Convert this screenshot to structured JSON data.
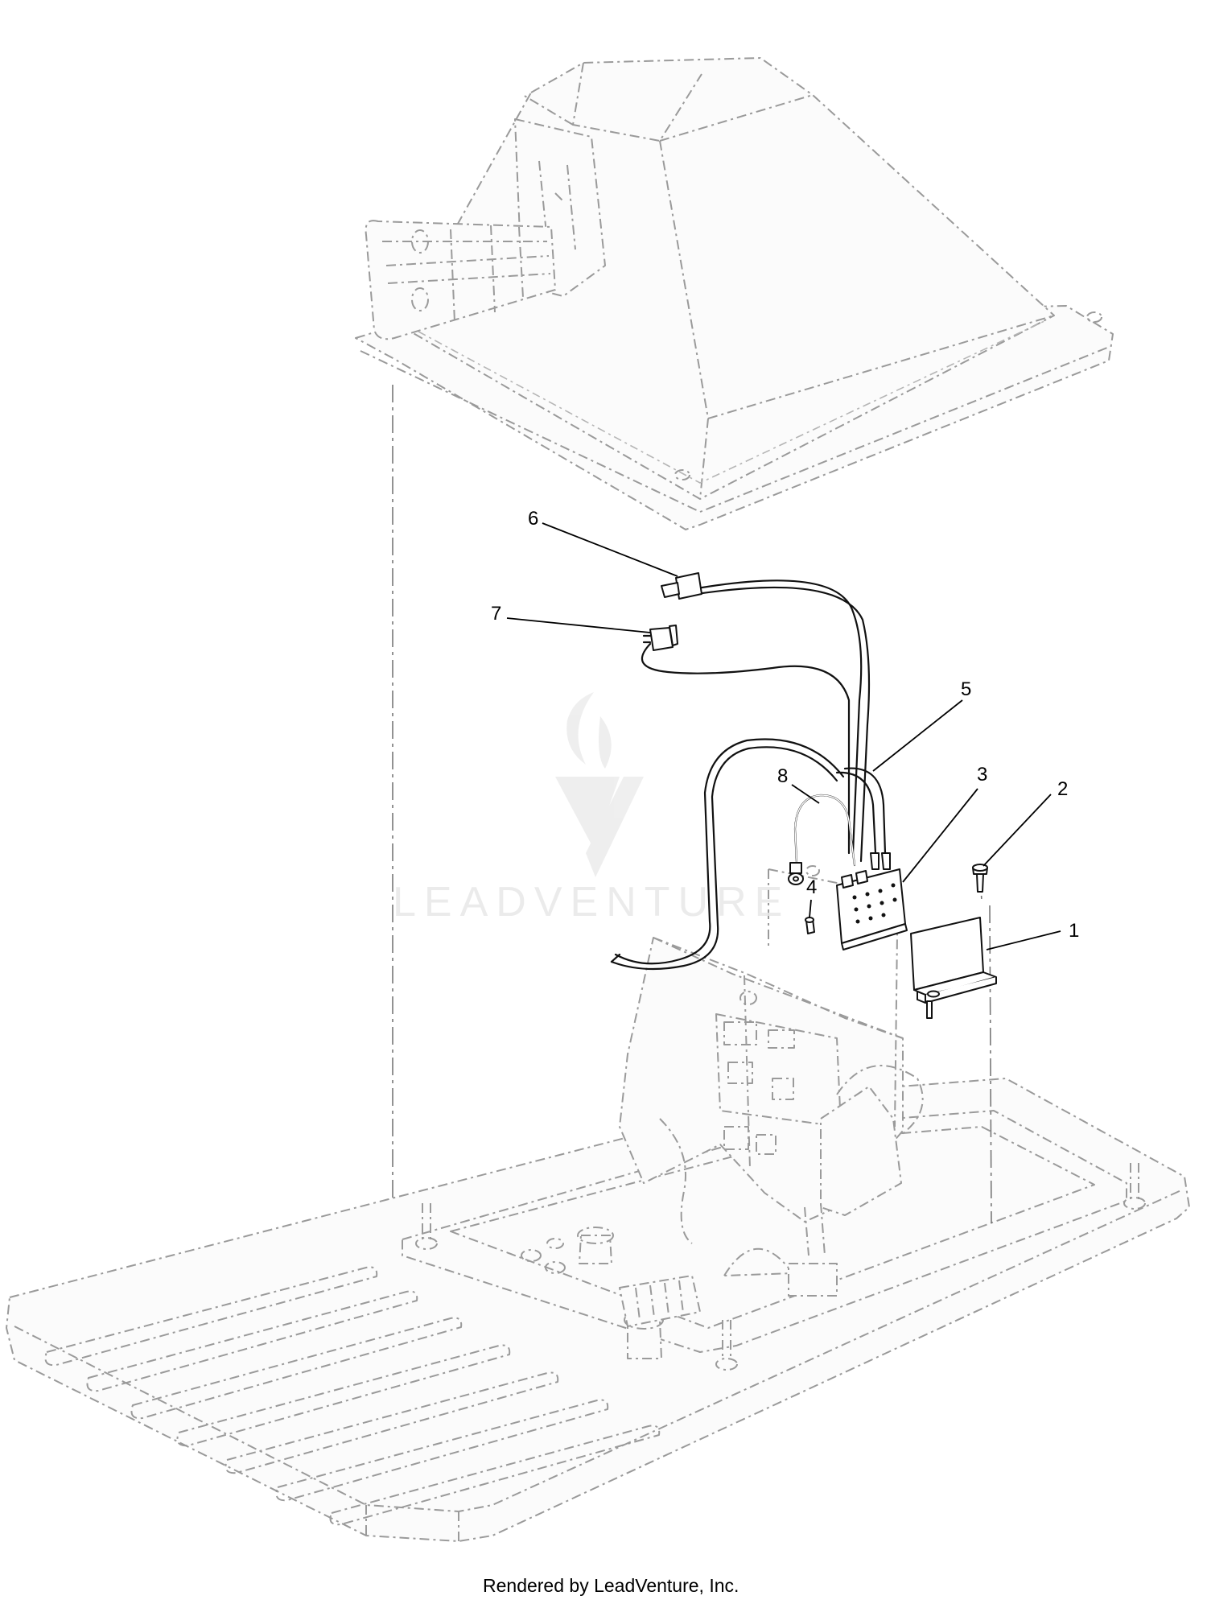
{
  "callouts": [
    {
      "id": "1",
      "label": "1"
    },
    {
      "id": "2",
      "label": "2"
    },
    {
      "id": "3",
      "label": "3"
    },
    {
      "id": "4",
      "label": "4"
    },
    {
      "id": "5",
      "label": "5"
    },
    {
      "id": "6",
      "label": "6"
    },
    {
      "id": "7",
      "label": "7"
    },
    {
      "id": "8",
      "label": "8"
    }
  ],
  "watermark": {
    "text": "LEADVENTURE"
  },
  "footer": {
    "text": "Rendered by LeadVenture, Inc."
  },
  "colors": {
    "ink": "#111111",
    "ghost": "#9a9a9a",
    "watermark": "#e8e8e8"
  }
}
